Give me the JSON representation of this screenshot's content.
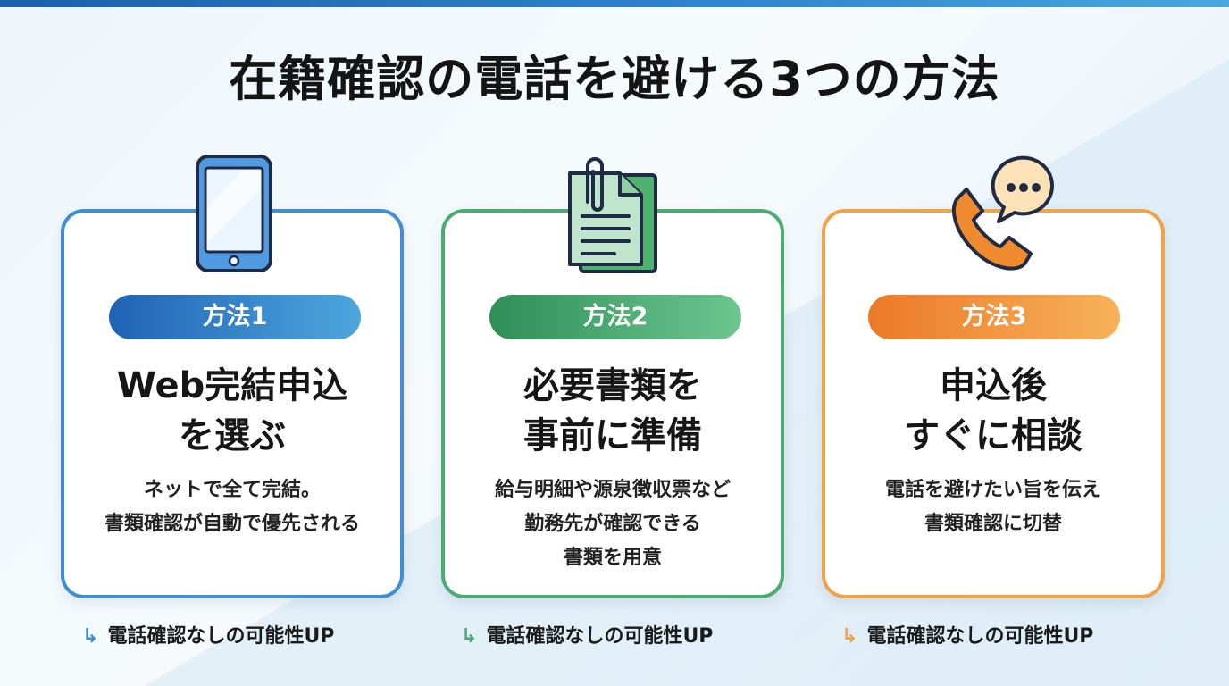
{
  "title": "在籍確認の電話を避ける3つの方法",
  "colors": {
    "blue": "#3f8fd2",
    "green": "#4cab72",
    "orange": "#f0a347"
  },
  "methods": [
    {
      "badge": "方法1",
      "icon": "smartphone-icon",
      "heading": [
        "Web完結申込",
        "を選ぶ"
      ],
      "description": [
        "ネットで全て完結。",
        "書類確認が自動で優先される"
      ],
      "result": "電話確認なしの可能性UP"
    },
    {
      "badge": "方法2",
      "icon": "document-clip-icon",
      "heading": [
        "必要書類を",
        "事前に準備"
      ],
      "description": [
        "給与明細や源泉徴収票など",
        "勤務先が確認できる",
        "書類を用意"
      ],
      "result": "電話確認なしの可能性UP"
    },
    {
      "badge": "方法3",
      "icon": "phone-chat-icon",
      "heading": [
        "申込後",
        "すぐに相談"
      ],
      "description": [
        "電話を避けたい旨を伝え",
        "書類確認に切替"
      ],
      "result": "電話確認なしの可能性UP"
    }
  ]
}
